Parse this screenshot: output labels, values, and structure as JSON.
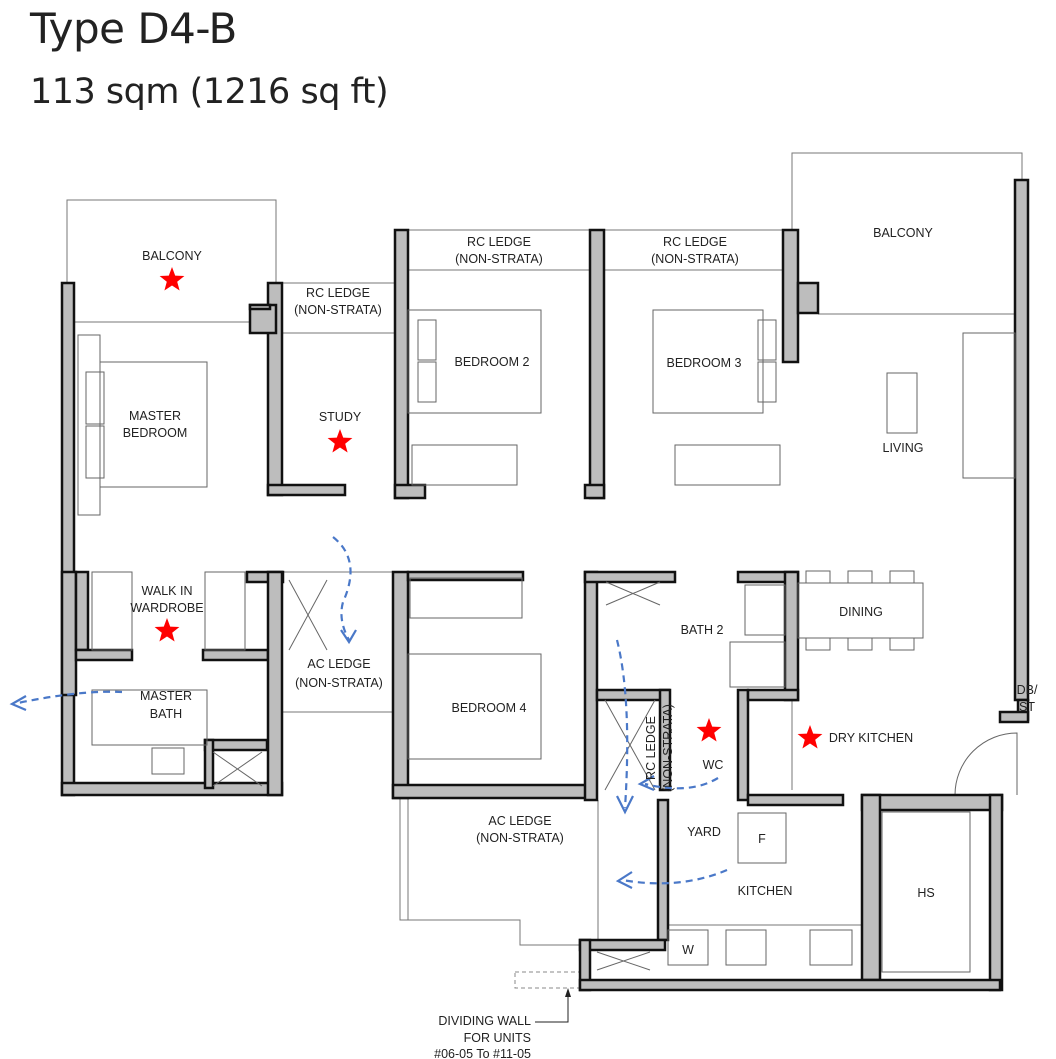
{
  "header": {
    "title": "Type D4-B",
    "area": "113 sqm (1216 sq ft)"
  },
  "rooms": {
    "balcony_left": "BALCONY",
    "balcony_right": "BALCONY",
    "rc_ledge_1": [
      "RC LEDGE",
      "(NON-STRATA)"
    ],
    "rc_ledge_2": [
      "RC LEDGE",
      "(NON-STRATA)"
    ],
    "rc_ledge_3": [
      "RC LEDGE",
      "(NON-STRATA)"
    ],
    "rc_ledge_vertical": [
      "RC LEDGE",
      "(NON-STRATA)"
    ],
    "master_bedroom": [
      "MASTER",
      "BEDROOM"
    ],
    "study": "STUDY",
    "bedroom2": "BEDROOM 2",
    "bedroom3": "BEDROOM 3",
    "living": "LIVING",
    "walk_in_wardrobe": [
      "WALK IN",
      "WARDROBE"
    ],
    "master_bath": [
      "MASTER",
      "BATH"
    ],
    "ac_ledge_1": [
      "AC LEDGE",
      "(NON-STRATA)"
    ],
    "ac_ledge_2": [
      "AC LEDGE",
      "(NON-STRATA)"
    ],
    "bedroom4": "BEDROOM 4",
    "bath2": "BATH 2",
    "dining": "DINING",
    "db_st": [
      "DB/",
      "ST"
    ],
    "wc": "WC",
    "dry_kitchen": "DRY KITCHEN",
    "yard": "YARD",
    "fridge": "F",
    "kitchen": "KITCHEN",
    "hs": "HS",
    "washer": "W"
  },
  "note": {
    "dividing_wall": [
      "DIVIDING WALL",
      "FOR UNITS",
      "#06-05 To #11-05"
    ]
  },
  "markers": {
    "star_color": "#ff0000",
    "arrow_color": "#4a78c8",
    "icon": "star-icon"
  },
  "colors": {
    "wall_fill": "#bdbdbd",
    "wall_stroke": "#111111"
  }
}
